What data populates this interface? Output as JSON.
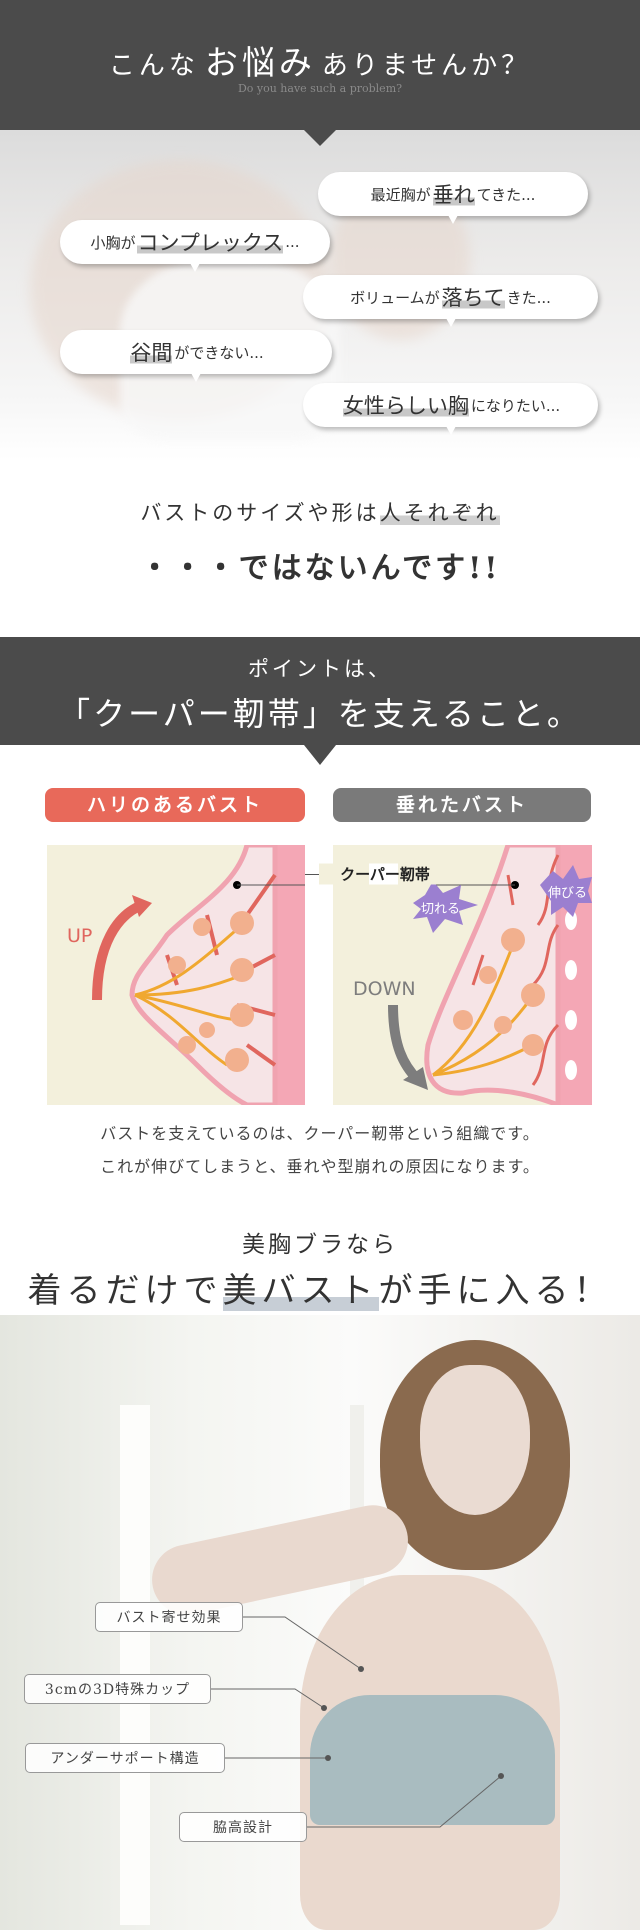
{
  "colors": {
    "dark_band": "#4b4b4b",
    "coral": "#e8695a",
    "grey_pill": "#7a7a7a",
    "diagram_bg": "#f3f0dc",
    "callout_purple": "#9b7fd0"
  },
  "header": {
    "title_pre": "こんな",
    "title_em": "お悩み",
    "title_post": "ありませんか？",
    "subtitle": "Do you have such a problem?"
  },
  "bubbles": [
    {
      "pre": "最近胸が",
      "hl": "垂れ",
      "post": "てきた..."
    },
    {
      "pre": "小胸が",
      "hl": "コンプレックス",
      "post": "..."
    },
    {
      "pre": "ボリュームが",
      "hl": "落ちて",
      "post": "きた..."
    },
    {
      "pre": "",
      "hl": "谷間",
      "post": "ができない..."
    },
    {
      "pre": "",
      "hl": "女性らしい胸",
      "post": "になりたい..."
    }
  ],
  "statement": {
    "line1_pre": "バストのサイズや形は",
    "line1_hl": "人それぞれ",
    "line2": "・・・ではないんです!!"
  },
  "point": {
    "line1": "ポイントは、",
    "line2": "「クーパー靭帯」を支えること。"
  },
  "comparison": {
    "left_label": "ハリのあるバスト",
    "right_label": "垂れたバスト",
    "ligament_label": "クーパー靭帯",
    "up": "UP",
    "down": "DOWN",
    "torn": "切れる",
    "stretched": "伸びる"
  },
  "caption": {
    "line1": "バストを支えているのは、クーパー靭帯という組織です。",
    "line2": "これが伸びてしまうと、垂れや型崩れの原因になります。"
  },
  "promo": {
    "line1": "美胸ブラなら",
    "line2_pre": "着るだけで",
    "line2_hl": "美バスト",
    "line2_post": "が手に入る！"
  },
  "features": [
    "バスト寄せ効果",
    "3cmの3D特殊カップ",
    "アンダーサポート構造",
    "脇高設計"
  ]
}
